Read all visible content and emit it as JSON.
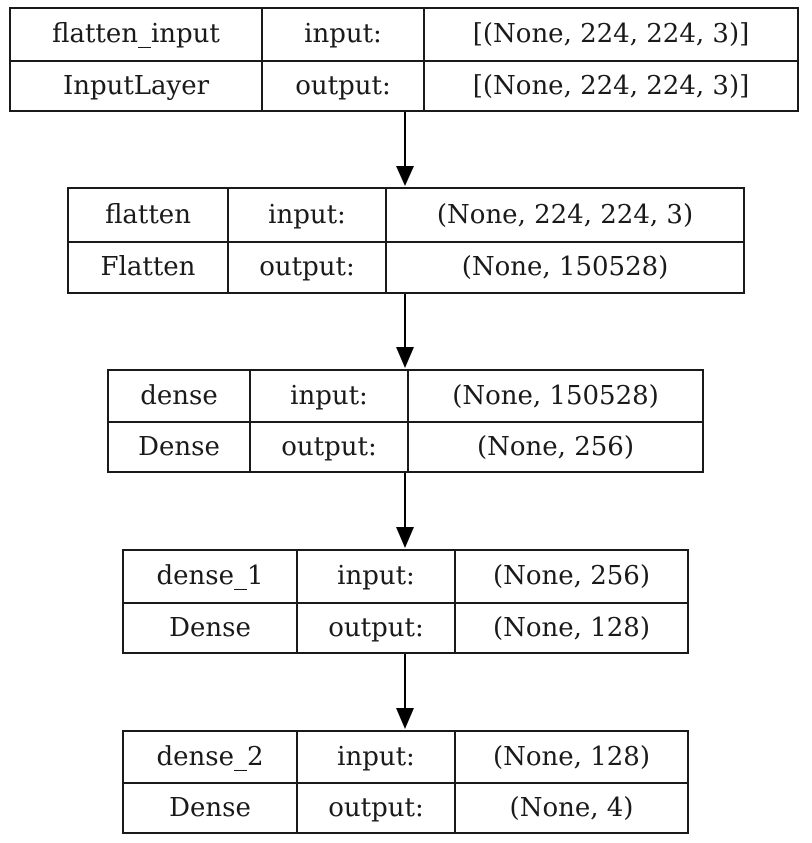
{
  "layers": [
    {
      "name": "flatten_input",
      "type": "InputLayer",
      "input_label": "input:",
      "output_label": "output:",
      "input_shape": "[(None, 224, 224, 3)]",
      "output_shape": "[(None, 224, 224, 3)]"
    },
    {
      "name": "flatten",
      "type": "Flatten",
      "input_label": "input:",
      "output_label": "output:",
      "input_shape": "(None, 224, 224, 3)",
      "output_shape": "(None, 150528)"
    },
    {
      "name": "dense",
      "type": "Dense",
      "input_label": "input:",
      "output_label": "output:",
      "input_shape": "(None, 150528)",
      "output_shape": "(None, 256)"
    },
    {
      "name": "dense_1",
      "type": "Dense",
      "input_label": "input:",
      "output_label": "output:",
      "input_shape": "(None, 256)",
      "output_shape": "(None, 128)"
    },
    {
      "name": "dense_2",
      "type": "Dense",
      "input_label": "input:",
      "output_label": "output:",
      "input_shape": "(None, 128)",
      "output_shape": "(None, 4)"
    }
  ]
}
